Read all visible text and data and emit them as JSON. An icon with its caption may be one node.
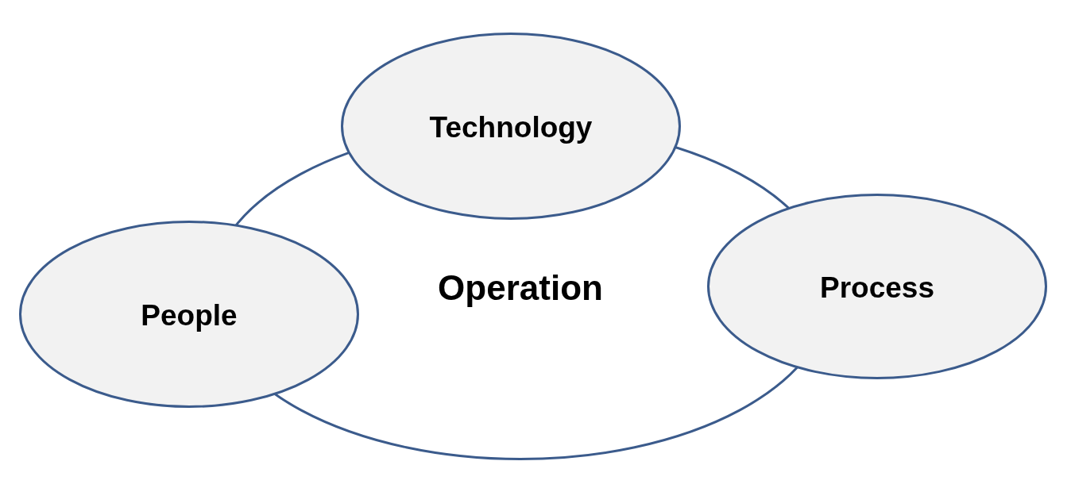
{
  "diagram": {
    "nodes": [
      {
        "text": [
          "Operation"
        ]
      },
      {
        "text": [
          "Technology"
        ]
      },
      {
        "text": [
          "Process"
        ]
      },
      {
        "text": [
          "People"
        ]
      }
    ]
  }
}
